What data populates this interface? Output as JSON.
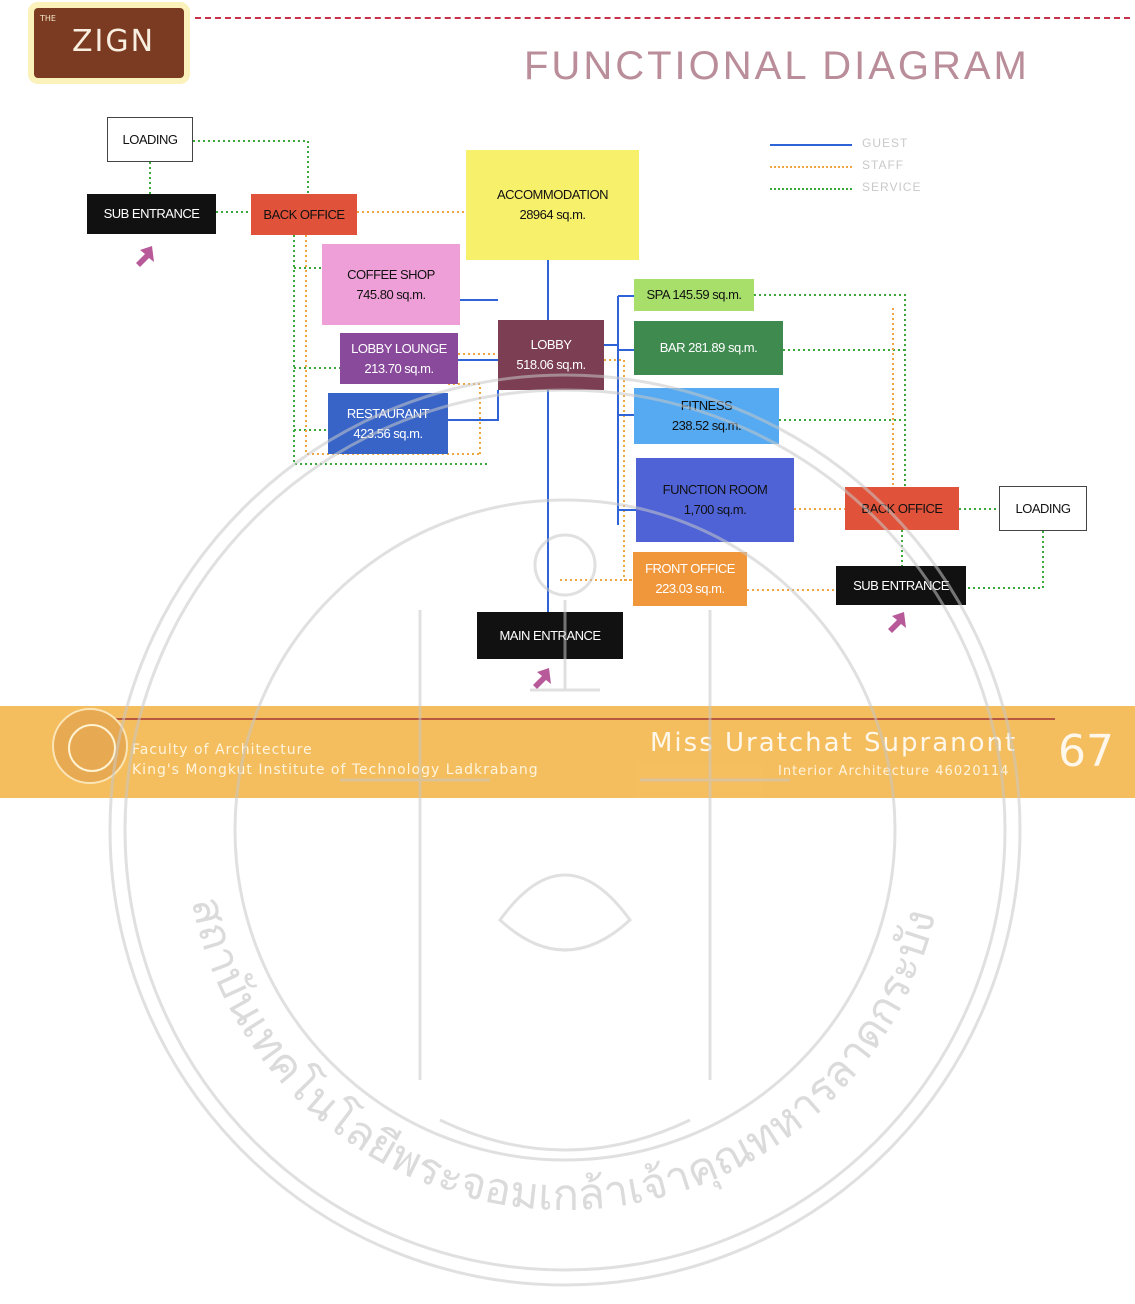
{
  "header": {
    "logo_small": "THE",
    "logo_text": "ZIGN",
    "title": "FUNCTIONAL DIAGRAM"
  },
  "legend": [
    {
      "label": "GUEST",
      "color": "#2f63d8",
      "style": "solid"
    },
    {
      "label": "STAFF",
      "color": "#f0a640",
      "style": "dotted"
    },
    {
      "label": "SERVICE",
      "color": "#3aa83a",
      "style": "dotted"
    }
  ],
  "nodes": {
    "loading_left": {
      "line1": "LOADING",
      "line2": ""
    },
    "sub_entrance_left": {
      "line1": "SUB ENTRANCE",
      "line2": ""
    },
    "back_office_left": {
      "line1": "BACK OFFICE",
      "line2": ""
    },
    "accommodation": {
      "line1": "ACCOMMODATION",
      "line2": "28964 sq.m."
    },
    "coffee_shop": {
      "line1": "COFFEE SHOP",
      "line2": "745.80 sq.m."
    },
    "lobby_lounge": {
      "line1": "LOBBY LOUNGE",
      "line2": "213.70 sq.m."
    },
    "restaurant": {
      "line1": "RESTAURANT",
      "line2": "423.56 sq.m."
    },
    "lobby": {
      "line1": "LOBBY",
      "line2": "518.06 sq.m."
    },
    "spa": {
      "line1": "SPA  145.59 sq.m.",
      "line2": ""
    },
    "bar": {
      "line1": "BAR  281.89 sq.m.",
      "line2": ""
    },
    "fitness": {
      "line1": "FITNESS",
      "line2": "238.52 sq.m."
    },
    "function_room": {
      "line1": "FUNCTION ROOM",
      "line2": "1,700 sq.m."
    },
    "back_office_right": {
      "line1": "BACK OFFICE",
      "line2": ""
    },
    "loading_right": {
      "line1": "LOADING",
      "line2": ""
    },
    "front_office": {
      "line1": "FRONT OFFICE",
      "line2": "223.03 sq.m."
    },
    "sub_entrance_right": {
      "line1": "SUB ENTRANCE",
      "line2": ""
    },
    "main_entrance": {
      "line1": "MAIN ENTRANCE",
      "line2": ""
    }
  },
  "colors": {
    "guest": "#2f63d8",
    "staff": "#f0a640",
    "service": "#3aa83a",
    "back_office": "#e0533a",
    "accommodation": "#f7f06a",
    "coffee_shop": "#ef9fd8",
    "lobby_lounge": "#8a4a9c",
    "restaurant": "#3864c8",
    "lobby": "#7b3e52",
    "spa": "#a8df6a",
    "bar": "#3f8a4f",
    "fitness": "#56aaf2",
    "function_room": "#4f63d6",
    "front_office": "#f0973c",
    "entrance": "#111111",
    "arrow": "#b85a9a"
  },
  "footer": {
    "line1": "Faculty of Architecture",
    "line2": "King's Mongkut Institute of Technology Ladkrabang",
    "name": "Miss Uratchat Supranont",
    "sub": "Interior Architecture 46020114",
    "page_number": "67"
  },
  "watermark": {
    "text": "สถาบันเทคโนโลยีพระจอมเกล้าเจ้าคุณทหารลาดกระบัง"
  }
}
